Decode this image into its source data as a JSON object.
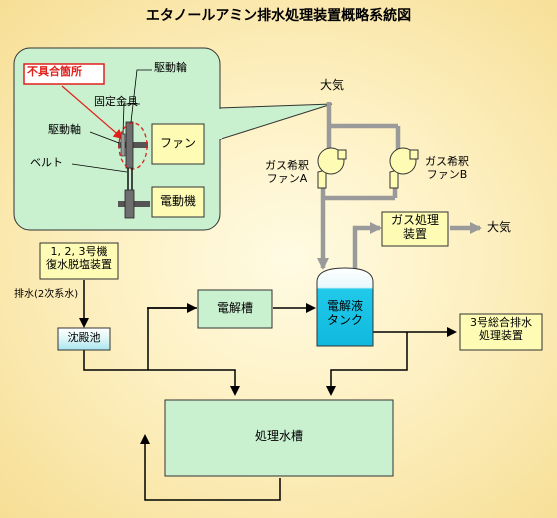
{
  "title": "エタノールアミン排水処理装置概略系統図",
  "inset": {
    "defect_label": "不具合箇所",
    "drive_wheel_top": "駆動輪",
    "fixing_bracket": "固定金具",
    "drive_shaft": "駆動軸",
    "belt": "ベルト",
    "fan": "ファン",
    "motor": "電動機"
  },
  "atmosphere_top": "大気",
  "fan_a": "ガス希釈\nファンA",
  "fan_b": "ガス希釈\nファンB",
  "gas_treatment": "ガス処理\n装置",
  "atmosphere_right": "大気",
  "desalination": "1, 2, 3号機\n復水脱塩装置",
  "drain_label": "排水(2次系水)",
  "settling_pond": "沈殿池",
  "electrolysis_tank": "電解槽",
  "electrolyte_tank": "電解液\nタンク",
  "unit3_drain": "3号総合排水\n処理装置",
  "treatment_tank": "処理水槽",
  "colors": {
    "inset_bg": "#c9f0cf",
    "box_bg": "#c9f0cf",
    "yellow_box": "#fdfbb4",
    "tank_water": "#1ec8ea",
    "gas_pipe": "#9a9a9a",
    "defect_red": "#e0201c"
  }
}
